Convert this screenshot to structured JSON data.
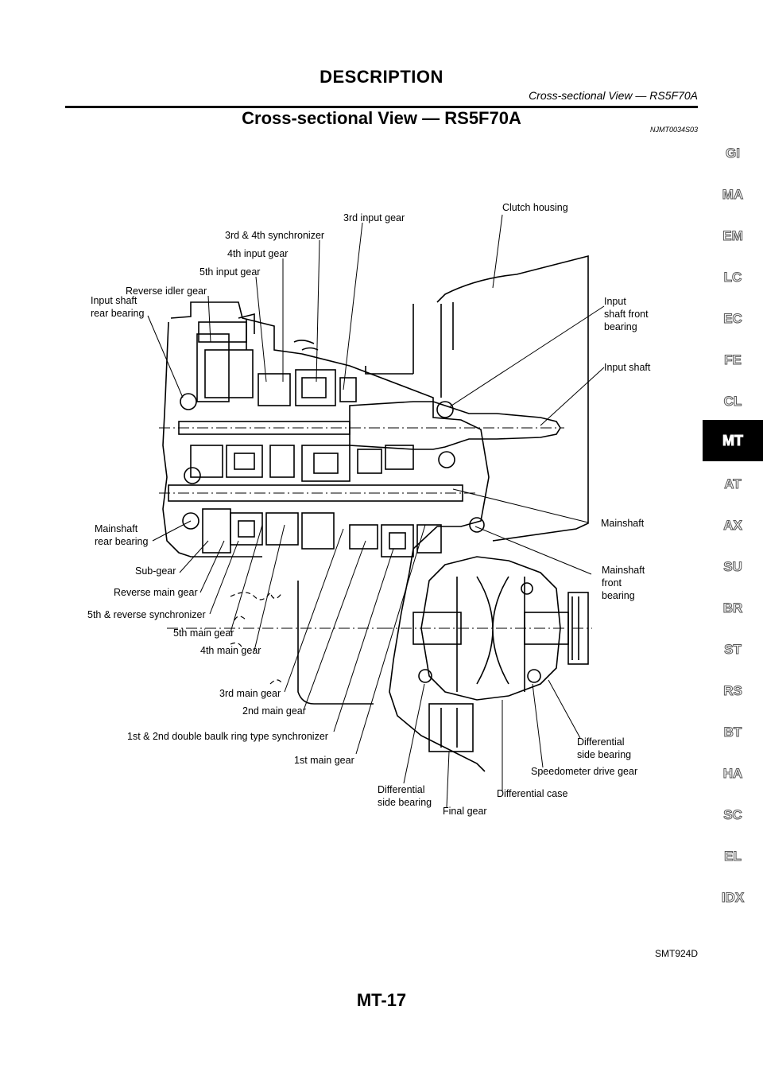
{
  "header": {
    "title": "DESCRIPTION",
    "subtitle": "Cross-sectional View — RS5F70A"
  },
  "section": {
    "title": "Cross-sectional View — RS5F70A",
    "code": "NJMT0034S03"
  },
  "diagram": {
    "labels": {
      "clutch_housing": "Clutch housing",
      "third_input_gear": "3rd input gear",
      "third_fourth_sync": "3rd & 4th synchronizer",
      "fourth_input_gear": "4th input gear",
      "fifth_input_gear": "5th input gear",
      "reverse_idler_gear": "Reverse idler gear",
      "input_shaft_rear_bearing_1": "Input shaft",
      "input_shaft_rear_bearing_2": "rear bearing",
      "input_shaft_front_bearing_1": "Input",
      "input_shaft_front_bearing_2": "shaft front",
      "input_shaft_front_bearing_3": "bearing",
      "input_shaft": "Input shaft",
      "mainshaft": "Mainshaft",
      "mainshaft_rear_bearing_1": "Mainshaft",
      "mainshaft_rear_bearing_2": "rear bearing",
      "mainshaft_front_bearing_1": "Mainshaft",
      "mainshaft_front_bearing_2": "front",
      "mainshaft_front_bearing_3": "bearing",
      "sub_gear": "Sub-gear",
      "reverse_main_gear": "Reverse main gear",
      "fifth_reverse_sync": "5th & reverse synchronizer",
      "fifth_main_gear": "5th main gear",
      "fourth_main_gear": "4th main gear",
      "third_main_gear": "3rd main gear",
      "second_main_gear": "2nd main gear",
      "first_second_sync": "1st & 2nd double baulk ring type synchronizer",
      "first_main_gear": "1st main gear",
      "diff_side_bearing_left_1": "Differential",
      "diff_side_bearing_left_2": "side bearing",
      "final_gear": "Final gear",
      "differential_case": "Differential case",
      "speedometer_drive_gear": "Speedometer drive gear",
      "diff_side_bearing_right_1": "Differential",
      "diff_side_bearing_right_2": "side bearing"
    }
  },
  "figure_id": "SMT924D",
  "page_number": "MT-17",
  "side_tabs": [
    "GI",
    "MA",
    "EM",
    "LC",
    "EC",
    "FE",
    "CL",
    "MT",
    "AT",
    "AX",
    "SU",
    "BR",
    "ST",
    "RS",
    "BT",
    "HA",
    "SC",
    "EL",
    "IDX"
  ],
  "active_tab": "MT"
}
